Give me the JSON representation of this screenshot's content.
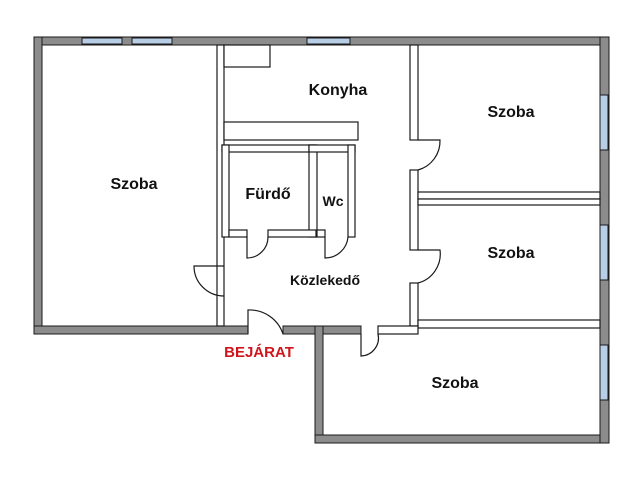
{
  "plan": {
    "rooms": {
      "szoba_left": "Szoba",
      "konyha": "Konyha",
      "szoba_top_right": "Szoba",
      "furdo": "Fürdő",
      "wc": "Wc",
      "szoba_mid_right": "Szoba",
      "kozlekedo": "Közlekedő",
      "szoba_bottom": "Szoba"
    },
    "entrance_label": "BEJÁRAT",
    "colors": {
      "wall_fill": "#8c8c8c",
      "wall_stroke": "#1a1a1a",
      "window": "#b8cde6",
      "entrance": "#d0141c"
    }
  }
}
